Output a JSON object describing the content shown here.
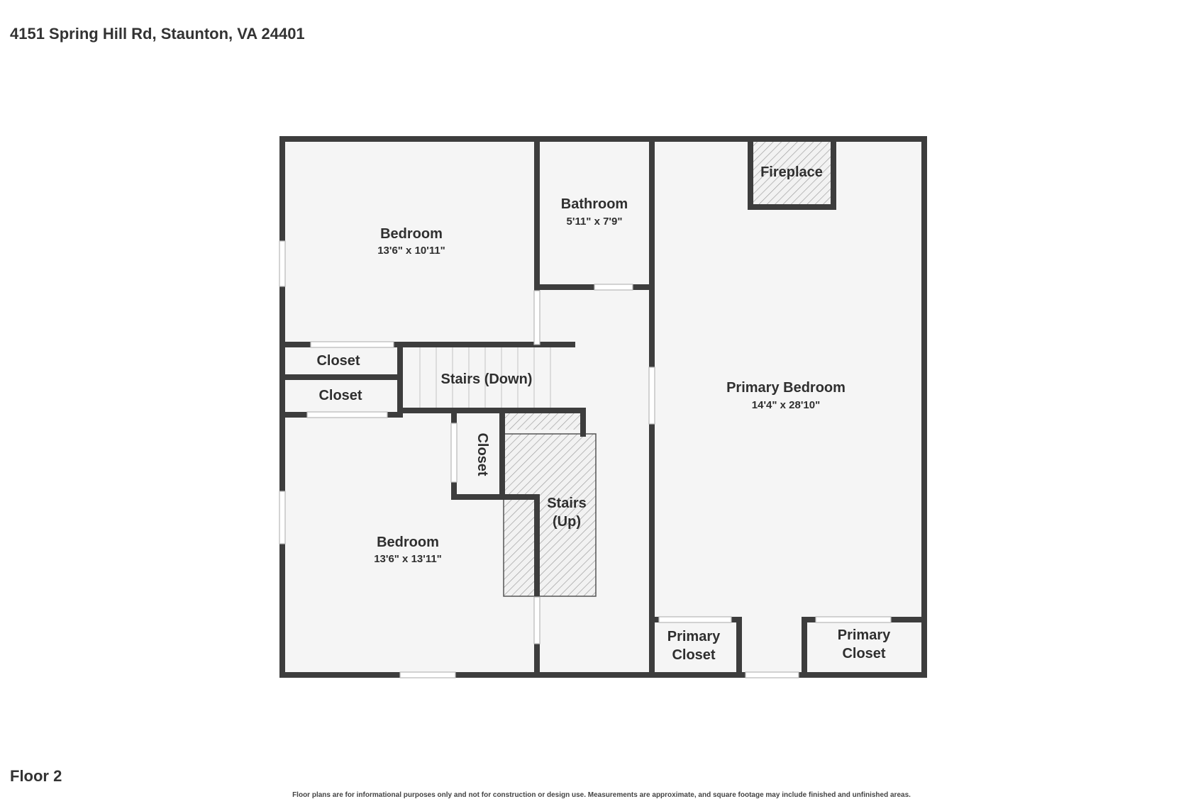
{
  "header": {
    "address": "4151 Spring Hill Rd, Staunton, VA 24401"
  },
  "footer": {
    "floor_label": "Floor 2",
    "disclaimer": "Floor plans are for informational purposes only and not for construction or design use. Measurements are approximate, and square footage may include finished and unfinished areas."
  },
  "rooms": {
    "bedroom_top": {
      "name": "Bedroom",
      "dims": "13'6\" x 10'11\""
    },
    "bathroom": {
      "name": "Bathroom",
      "dims": "5'11\" x 7'9\""
    },
    "fireplace": {
      "name": "Fireplace"
    },
    "primary_bedroom": {
      "name": "Primary Bedroom",
      "dims": "14'4\" x 28'10\""
    },
    "closet_1": {
      "name": "Closet"
    },
    "closet_2": {
      "name": "Closet"
    },
    "stairs_down": {
      "name": "Stairs (Down)"
    },
    "closet_vertical": {
      "name": "Closet"
    },
    "stairs_up": {
      "line1": "Stairs",
      "line2": "(Up)"
    },
    "bedroom_bottom": {
      "name": "Bedroom",
      "dims": "13'6\" x 13'11\""
    },
    "primary_closet_left": {
      "line1": "Primary",
      "line2": "Closet"
    },
    "primary_closet_right": {
      "line1": "Primary",
      "line2": "Closet"
    }
  },
  "colors": {
    "wall": "#3d3d3d",
    "floor": "#f5f5f5",
    "background": "#ffffff"
  }
}
